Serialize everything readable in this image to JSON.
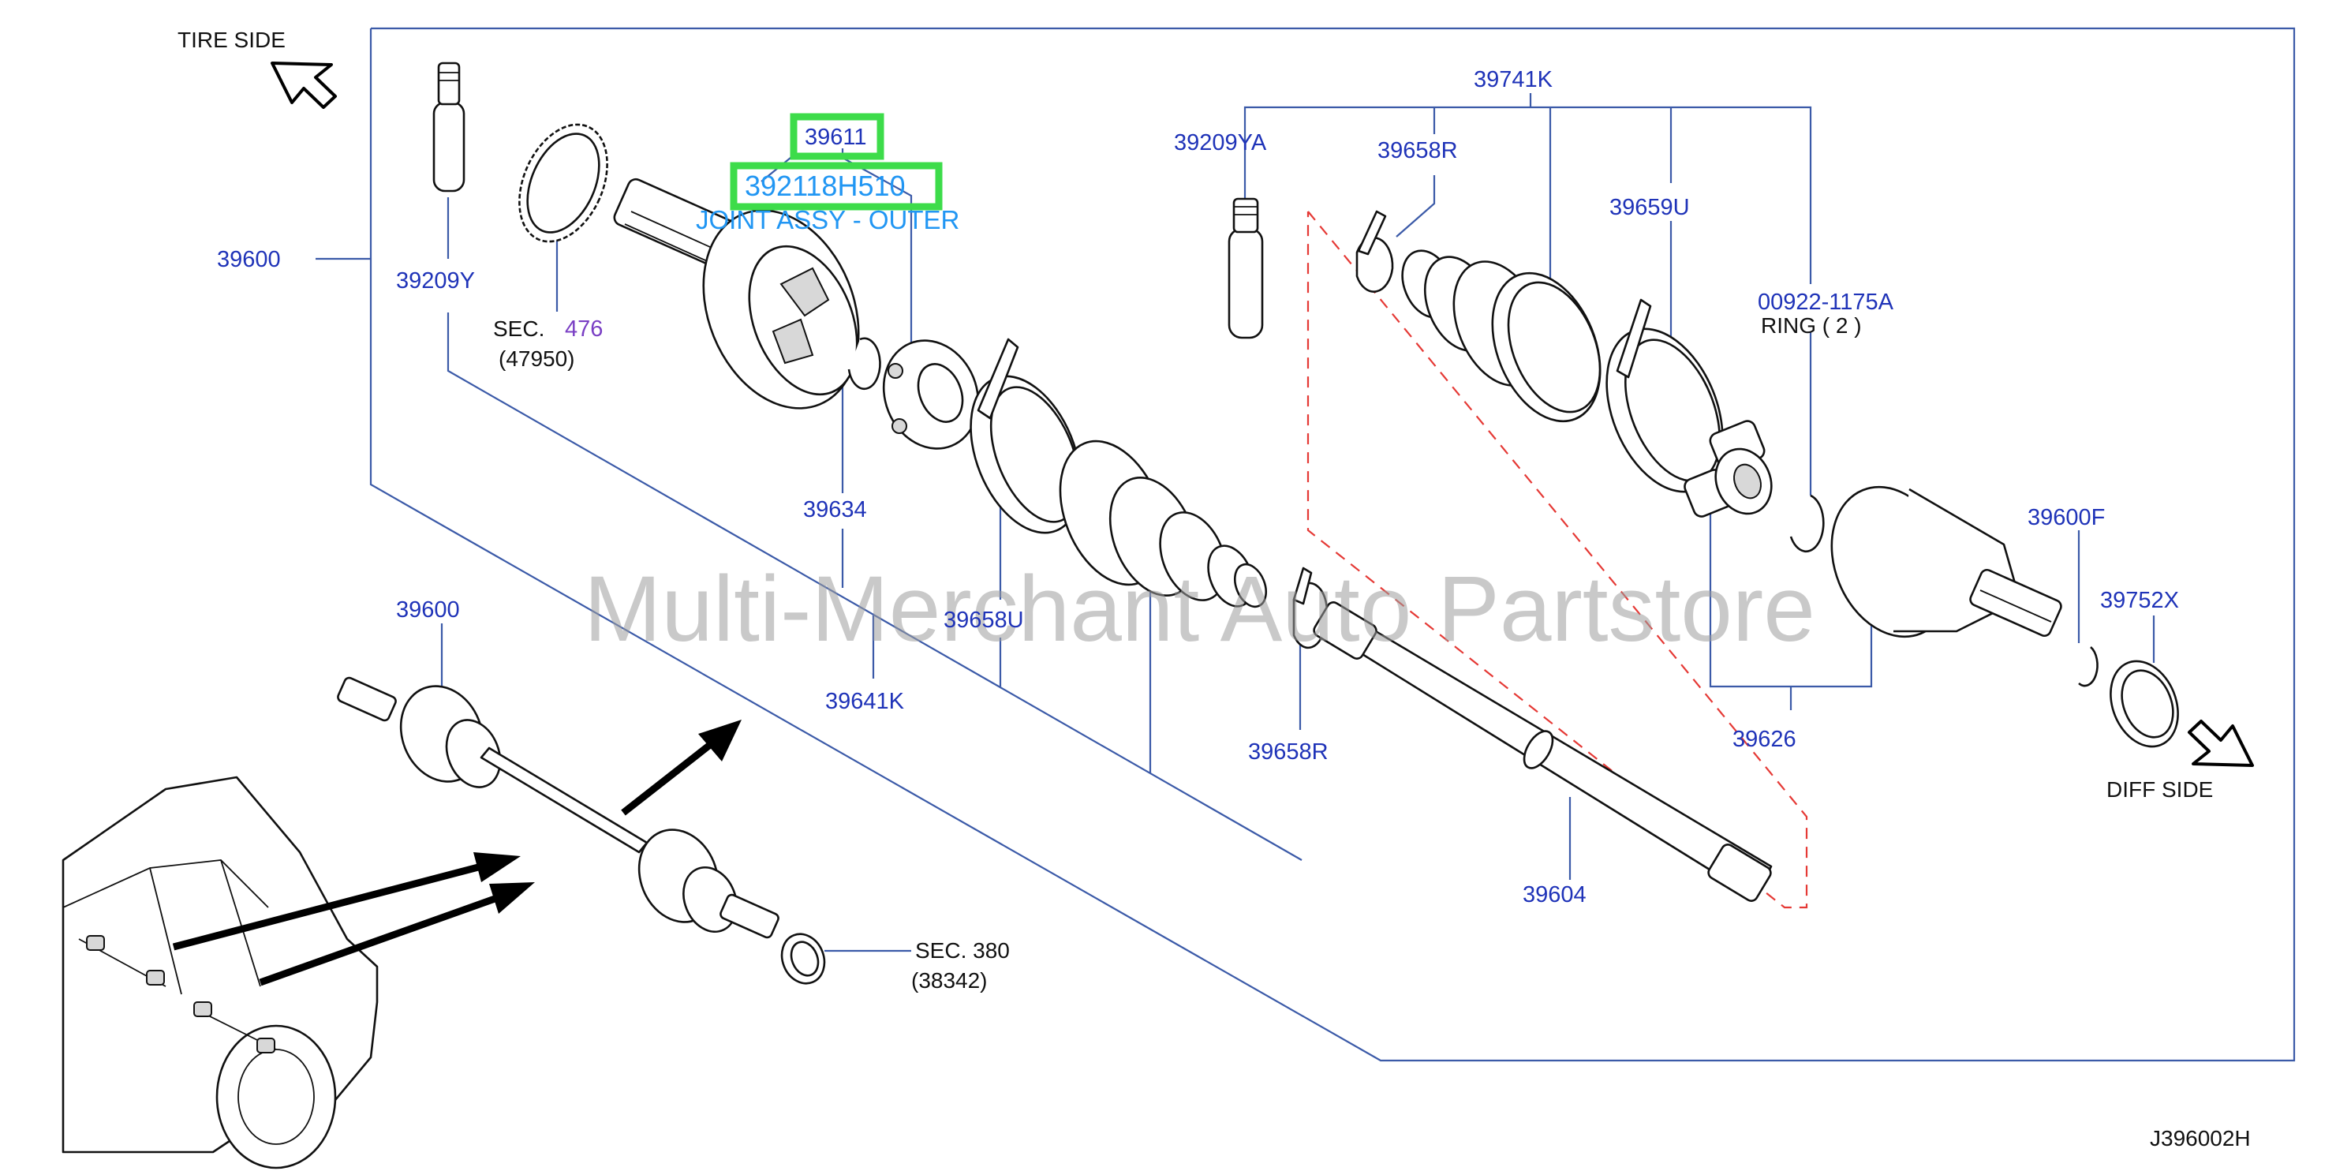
{
  "labels": {
    "tire_side": "TIRE   SIDE",
    "diff_side": "DIFF   SIDE",
    "p39600_main": "39600",
    "p39600_small": "39600",
    "p39209Y": "39209Y",
    "sec476_prefix": "SEC.",
    "sec476_number": "476",
    "sec476_ref": "(47950)",
    "p39611": "39611",
    "p392118H510": "392118H510",
    "joint_assy": "JOINT ASSY - OUTER",
    "p39634": "39634",
    "p39641K": "39641K",
    "p39658U": "39658U",
    "p39209YA": "39209YA",
    "p39658R_top": "39658R",
    "p39741K": "39741K",
    "p39659U": "39659U",
    "p00922": "00922-1175A",
    "ring": "RING   ( 2 )",
    "p39600F": "39600F",
    "p39752X": "39752X",
    "p39626": "39626",
    "p39658R_bottom": "39658R",
    "p39604": "39604",
    "sec380": "SEC.  380",
    "sec380_ref": "(38342)",
    "diagram_code": "J396002H"
  },
  "watermark": "Multi-Merchant Auto Partstore",
  "colors": {
    "label_blue": "#1f33b8",
    "leader_blue": "#3b5aa8",
    "highlight_green": "#3ddc4a",
    "selected_text": "#2196f3",
    "ref_purple": "#7a3fc4",
    "dashed_red": "#e53935"
  }
}
